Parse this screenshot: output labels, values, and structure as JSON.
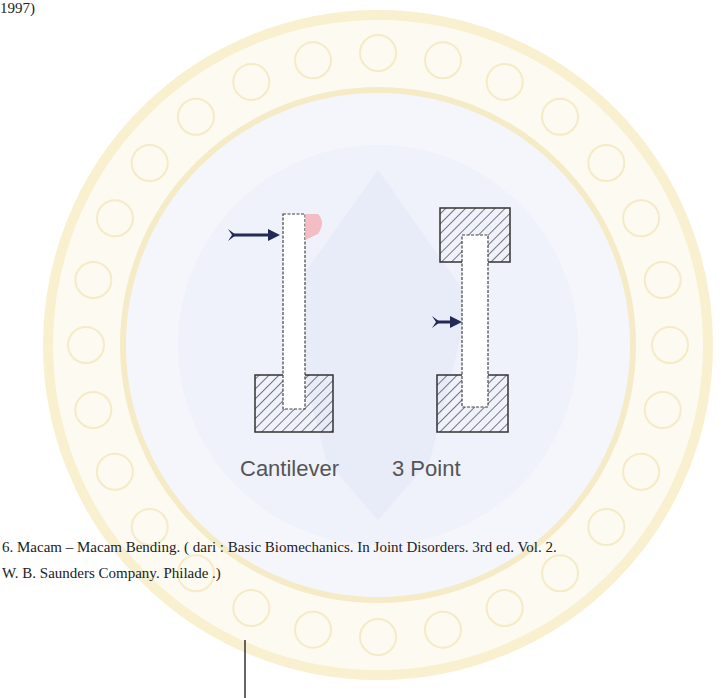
{
  "diagram": {
    "caption": "6. Macam – Macam Bending. ( dari : Basic Biomechanics. In Joint Disorders. 3rd ed. Vol. 2. W. B. Saunders Company. Philade .)",
    "labels": [
      "1997)",
      "Cantilever",
      "3 Point"
    ]
  }
}
